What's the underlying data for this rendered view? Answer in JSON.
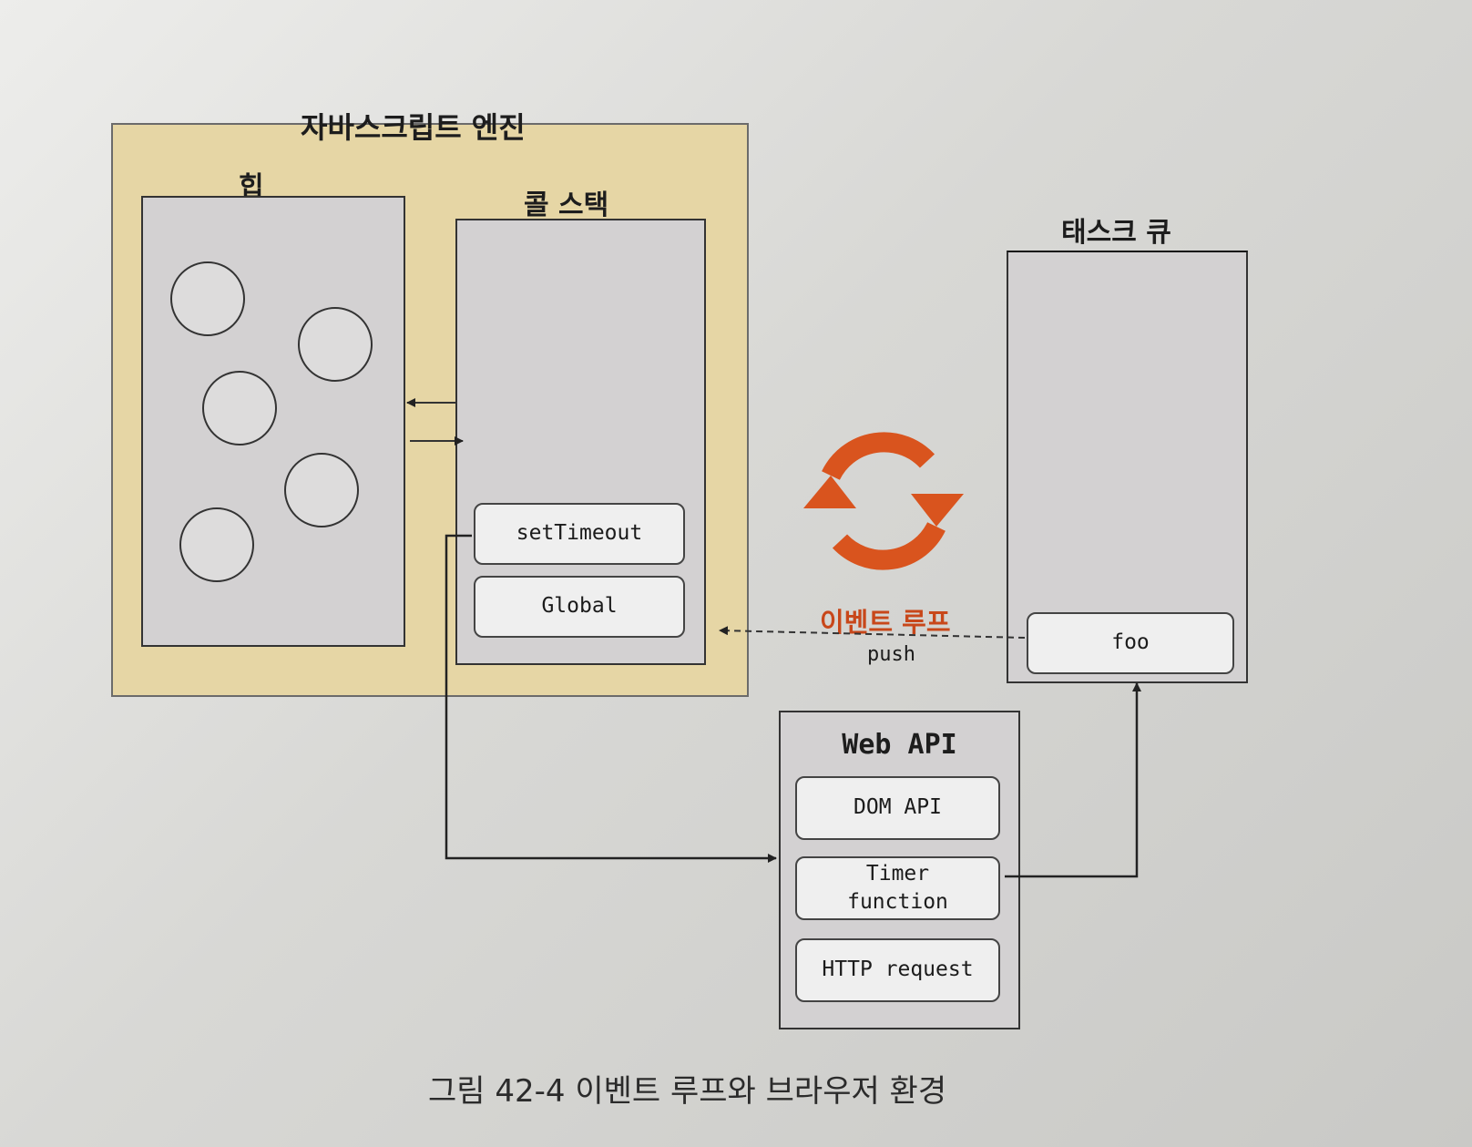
{
  "engine": {
    "title": "자바스크립트 엔진"
  },
  "heap": {
    "title": "힙"
  },
  "call_stack": {
    "title": "콜 스택",
    "frames": [
      "setTimeout",
      "Global"
    ]
  },
  "task_queue": {
    "title": "태스크 큐",
    "items": [
      "foo"
    ]
  },
  "event_loop": {
    "label": "이벤트 루프",
    "arrow_label": "push"
  },
  "web_api": {
    "title": "Web API",
    "items": [
      "DOM API",
      "Timer\nfunction",
      "HTTP request"
    ]
  },
  "caption": "그림 42-4 이벤트 루프와 브라우저 환경",
  "colors": {
    "engine_bg": "#e6d6a5",
    "loop_orange": "#d9541e",
    "panel_gray": "#d3d1d2"
  }
}
